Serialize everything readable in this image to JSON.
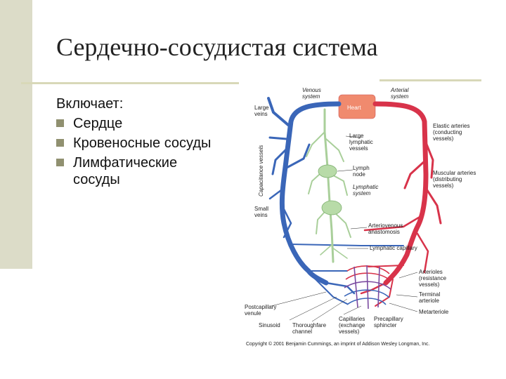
{
  "slide": {
    "title": "Сердечно-сосудистая система",
    "intro": "Включает:",
    "bullets": [
      "Сердце",
      "Кровеносные сосуды",
      "Лимфатические сосуды"
    ]
  },
  "diagram": {
    "labels": {
      "venous_system": [
        "Venous",
        "system"
      ],
      "arterial_system": [
        "Arterial",
        "system"
      ],
      "heart": "Heart",
      "large_veins": [
        "Large",
        "veins"
      ],
      "capacitance_vessels": "Capacitance vessels",
      "large_lymphatic_vessels": [
        "Large",
        "lymphatic",
        "vessels"
      ],
      "lymph_node": [
        "Lymph",
        "node"
      ],
      "lymphatic_system": [
        "Lymphatic",
        "system"
      ],
      "elastic_arteries": [
        "Elastic arteries",
        "(conducting",
        "vessels)"
      ],
      "muscular_arteries": [
        "Muscular arteries",
        "(distributing",
        "vessels)"
      ],
      "small_veins": [
        "Small",
        "veins"
      ],
      "arteriovenous_anastomosis": [
        "Arteriovenous",
        "anastomosis"
      ],
      "lymphatic_capillary": "Lymphatic capillary",
      "arterioles": [
        "Arterioles",
        "(resistance",
        "vessels)"
      ],
      "terminal_arteriole": [
        "Terminal",
        "arteriole"
      ],
      "metarteriole": "Metarteriole",
      "postcapillary_venule": [
        "Postcapillary",
        "venule"
      ],
      "sinusoid": "Sinusoid",
      "thoroughfare_channel": [
        "Thoroughfare",
        "channel"
      ],
      "capillaries": [
        "Capillaries",
        "(exchange",
        "vessels)"
      ],
      "precapillary_sphincter": [
        "Precapillary",
        "sphincter"
      ],
      "copyright": "Copyright © 2001 Benjamin Cummings, an imprint of Addison Wesley Longman, Inc."
    },
    "colors": {
      "vein": "#3a66b8",
      "artery": "#d8334a",
      "lymph": "#a9cf9a",
      "heart": "#f08a6e"
    }
  }
}
